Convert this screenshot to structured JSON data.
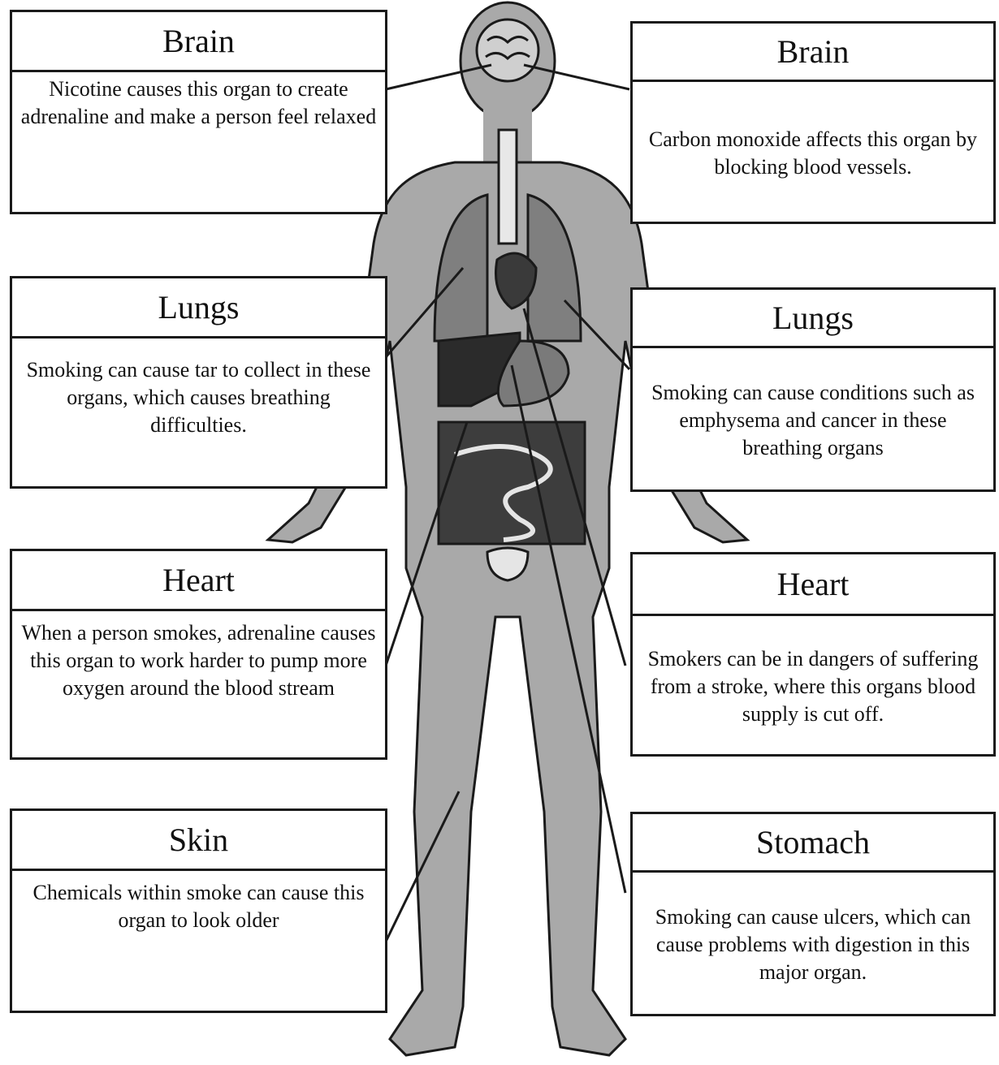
{
  "labels": [
    {
      "id": "brain-left",
      "title": "Brain",
      "text": "Nicotine causes this organ to create adrenaline and make a person feel relaxed"
    },
    {
      "id": "brain-right",
      "title": "Brain",
      "text": "Carbon monoxide affects this organ by blocking blood vessels."
    },
    {
      "id": "lungs-left",
      "title": "Lungs",
      "text": "Smoking can cause tar to collect in these organs, which causes breathing difficulties."
    },
    {
      "id": "lungs-right",
      "title": "Lungs",
      "text": "Smoking can cause conditions such as emphysema and cancer in these breathing organs"
    },
    {
      "id": "heart-left",
      "title": "Heart",
      "text": "When a person smokes, adrenaline causes this organ to work harder to pump more oxygen around the blood stream"
    },
    {
      "id": "heart-right",
      "title": "Heart",
      "text": "Smokers can be in dangers of suffering from a stroke, where this organs blood supply is cut off."
    },
    {
      "id": "skin-left",
      "title": "Skin",
      "text": "Chemicals within smoke can cause this organ to look older"
    },
    {
      "id": "stomach-right",
      "title": "Stomach",
      "text": "Smoking can cause ulcers, which can cause problems with digestion in this major organ."
    }
  ],
  "colors": {
    "body": "#a9a9a9",
    "organ": "#7f7f7f",
    "dark_organ": "#2b2b2b",
    "stroke": "#1a1a1a"
  }
}
